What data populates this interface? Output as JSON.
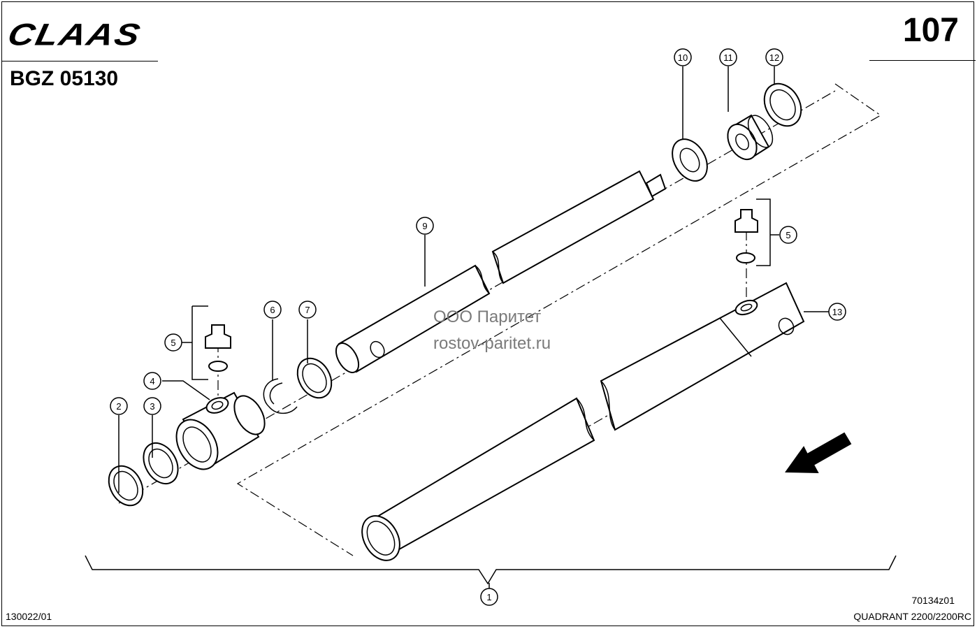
{
  "header": {
    "brand": "CLAAS",
    "drawing_id": "BGZ 05130",
    "page_number": "107"
  },
  "watermark": {
    "company": "ООО Паритет",
    "site": "rostov-paritet.ru"
  },
  "callouts": [
    "1",
    "2",
    "3",
    "4",
    "5",
    "6",
    "7",
    "9",
    "10",
    "11",
    "12",
    "5",
    "13"
  ],
  "footer": {
    "doc_number": "130022/01",
    "drawing_code": "70134z01",
    "model": "QUADRANT 2200/2200RC"
  },
  "colors": {
    "line": "#000000",
    "watermark": "#7a7a7a",
    "background": "#ffffff"
  }
}
